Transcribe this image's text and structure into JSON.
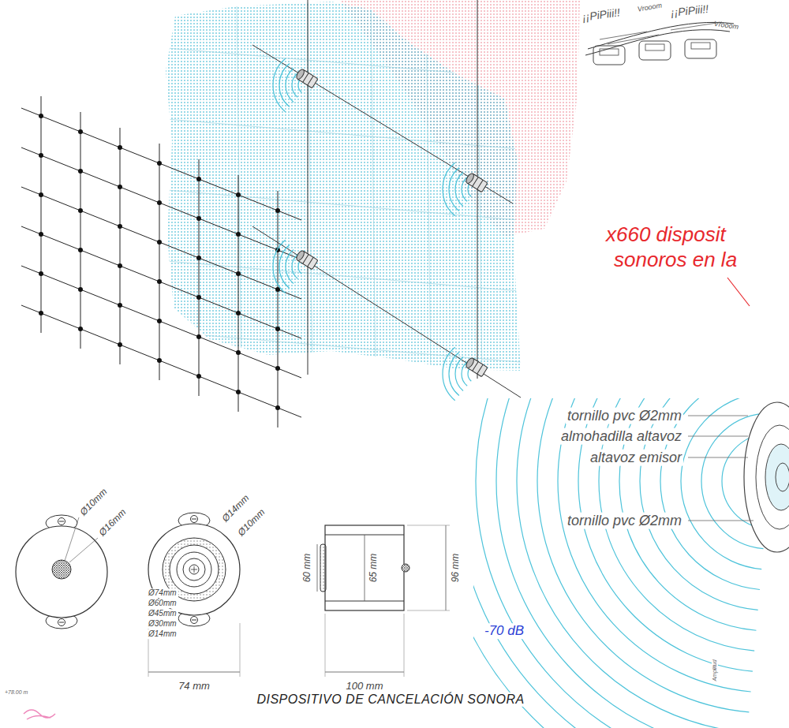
{
  "diagram": {
    "caption": "DISPOSITIVO DE CANCELACIÓN SONORA",
    "labels": [
      "¡¡PiPiii!!",
      "¡¡PiPiii!!",
      "Vrooom",
      "Vrooom",
      "x660 disposit",
      "sonoros en la",
      "tornillo pvc Ø2mm",
      "almohadilla altavoz",
      "altavoz emisor",
      "tornillo pvc Ø2mm",
      "Ø10mm",
      "Ø16mm",
      "Ø14mm",
      "Ø10mm",
      "Ø74mm",
      "Ø60mm",
      "Ø45mm",
      "Ø30mm",
      "Ø14mm",
      "60 mm",
      "65 mm",
      "96 mm",
      "74 mm",
      "100 mm",
      "-70 dB",
      "+78.00 m",
      "Amplitud"
    ]
  }
}
